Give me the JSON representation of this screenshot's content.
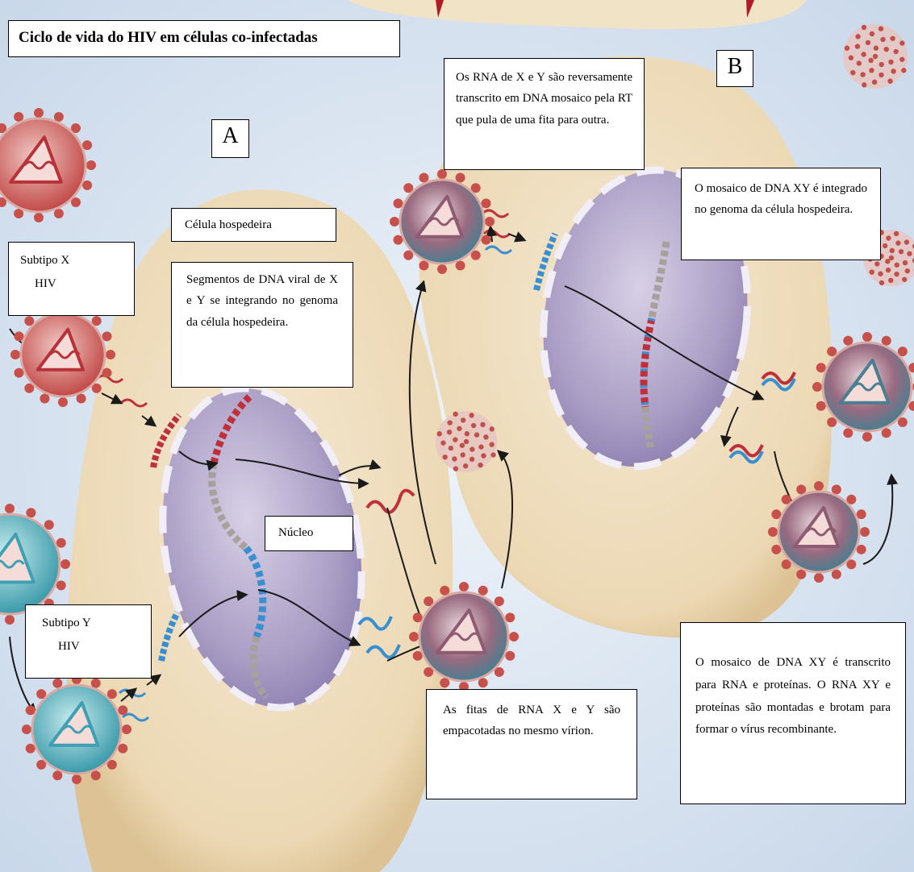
{
  "title": "Ciclo de vida do HIV em células co-infectadas",
  "panel_labels": {
    "a": "A",
    "b": "B"
  },
  "labels": {
    "host_cell": "Célula hospedeira",
    "subtype_x": {
      "line1": "Subtipo X",
      "line2": "HIV"
    },
    "subtype_y": {
      "line1": "Subtipo Y",
      "line2": "HIV"
    },
    "nucleus": "Núcleo",
    "segments": "Segmentos de DNA viral de X e Y se integrando no genoma da célula hospedeira.",
    "reverse_transcription": "Os RNA de X e Y são reversamente transcrito em DNA mosaico pela RT que pula de uma fita para outra.",
    "integration": "O mosaico de DNA XY é integrado no genoma da célula hospedeira.",
    "packaging": "As fitas de RNA X e Y são empacotadas no mesmo vírion.",
    "recombinant": "O mosaico de DNA XY é transcrito para RNA e proteínas. O RNA XY e proteínas são montadas e brotam para formar o vírus recombinante."
  },
  "colors": {
    "background": "#dfe9f4",
    "cell": "#f0dfc0",
    "nucleus": "#b8aed0",
    "virus_x": "#b8323a",
    "virus_y": "#3fa0b4",
    "spike": "#c8504a",
    "dna_grey": "#a8a09a",
    "red_strand": "#c0303a",
    "blue_strand": "#3a8fd0"
  }
}
